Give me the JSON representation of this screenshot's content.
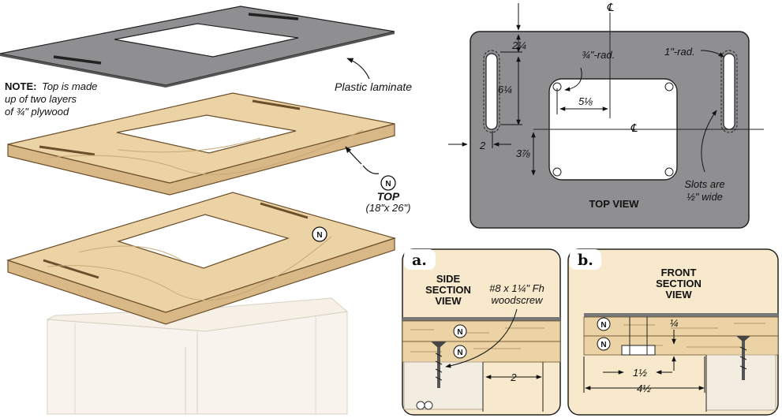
{
  "exploded_view": {
    "note_bold": "NOTE:",
    "note_line1": "Top is made",
    "note_line2": "up of two layers",
    "note_line3": "of ¾\" plywood",
    "laminate_label": "Plastic laminate",
    "part_id": "N",
    "top_label": "TOP",
    "top_size": "(18\"x 26\")"
  },
  "top_view": {
    "title": "TOP VIEW",
    "centerline_symbol": "℄",
    "dim_2_1_4": "2¼",
    "dim_6_1_4": "6¼",
    "dim_2": "2",
    "dim_3_7_8": "3⅞",
    "dim_5_1_8": "5⅛",
    "corner_radius_label": "¾\"-rad.",
    "slot_radius_label": "1\"-rad.",
    "slots_line1": "Slots are",
    "slots_line2": "½\" wide",
    "colors": {
      "panel": "#8f8f92",
      "panel_stroke": "#222222"
    }
  },
  "detail_a": {
    "badge": "a.",
    "title_line1": "SIDE",
    "title_line2": "SECTION",
    "title_line3": "VIEW",
    "screw_line1": "#8 x 1¼\" Fh",
    "screw_line2": "woodscrew",
    "dim_2": "2",
    "part_id": "N"
  },
  "detail_b": {
    "badge": "b.",
    "title_line1": "FRONT",
    "title_line2": "SECTION",
    "title_line3": "VIEW",
    "dim_1_4": "¼",
    "dim_1_1_2": "1½",
    "dim_4_1_2": "4½",
    "part_id": "N"
  },
  "colors": {
    "plywood": "#ecd3a5",
    "plywood_edge": "#d9b888",
    "laminate": "#8f8f92",
    "detail_bg": "#f8e9cc"
  }
}
